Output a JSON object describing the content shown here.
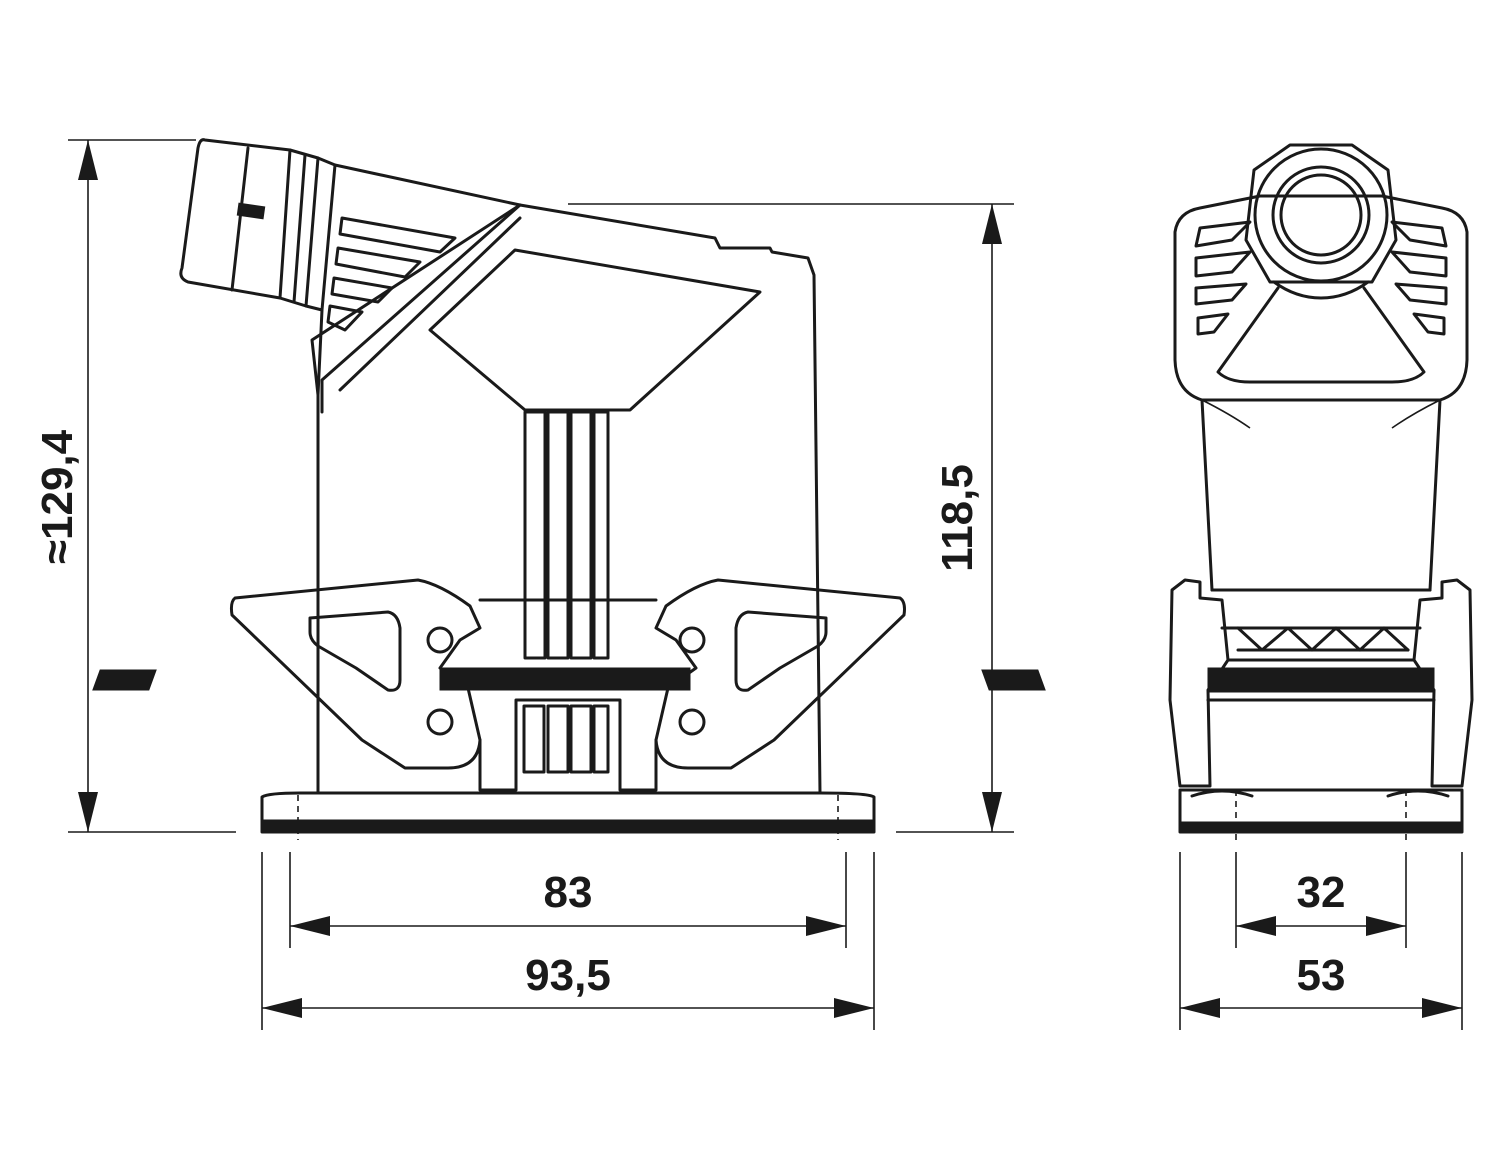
{
  "dimensions": {
    "overall_height": "≈129,4",
    "housing_height": "118,5",
    "mounting_hole_spacing": "83",
    "base_length": "93,5",
    "side_hole_spacing": "32",
    "side_width": "53"
  },
  "colors": {
    "line": "#1a1a1a",
    "background": "#ffffff"
  }
}
